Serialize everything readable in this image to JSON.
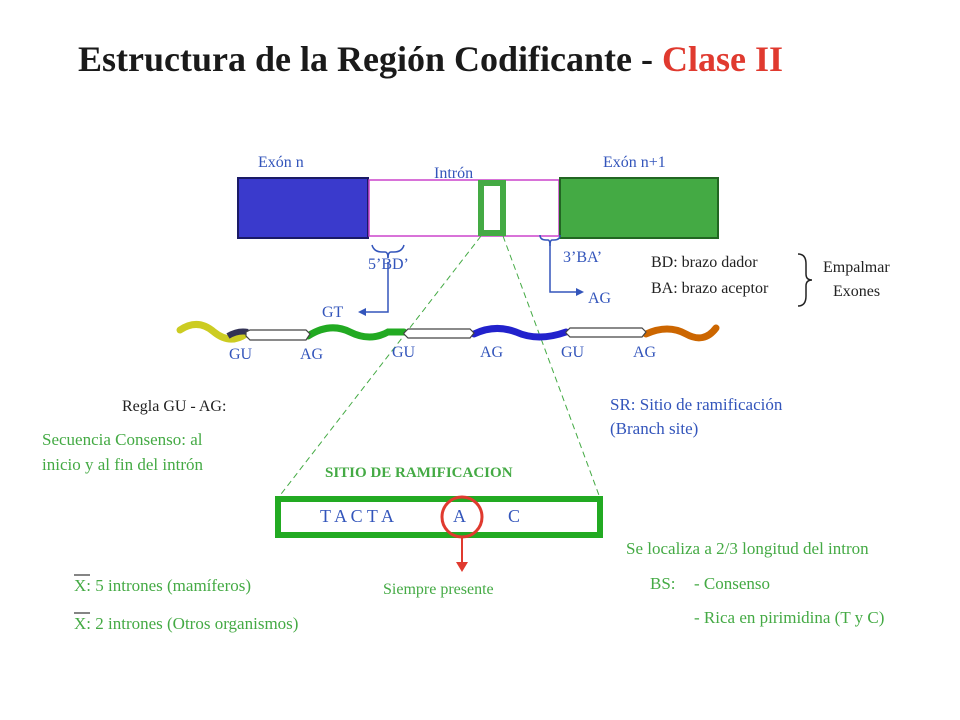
{
  "title": {
    "main": "Estructura de la Región Codificante - ",
    "accent": "Clase II"
  },
  "gene": {
    "exon_n": "Exón n",
    "intron": "Intrón",
    "exon_n1": "Exón n+1",
    "bd5": "5’BD’",
    "ba3": "3’BA’",
    "gt": "GT",
    "ag_top": "AG"
  },
  "arms": {
    "bd": "BD: brazo dador",
    "ba": "BA: brazo aceptor",
    "splice_1": "Empalmar",
    "splice_2": "Exones"
  },
  "mrna": {
    "labels": [
      "GU",
      "AG",
      "GU",
      "AG",
      "GU",
      "AG"
    ]
  },
  "rule": {
    "title": "Regla GU  -  AG:",
    "line1": "Secuencia Consenso: al",
    "line2": "inicio y al fin del intrón"
  },
  "sr": {
    "line1": "SR: Sitio de ramificación",
    "line2": "(Branch site)"
  },
  "branch": {
    "title": "SITIO DE RAMIFICACION",
    "seq": "T A C T A",
    "a": "A",
    "c": "C",
    "always": "Siempre presente"
  },
  "stats": {
    "x1": "X: 5 intrones (mamíferos)",
    "x2": "X: 2 intrones (Otros organismos)"
  },
  "bs": {
    "location": "Se localiza a 2/3 longitud del intron",
    "label": "BS:",
    "item1": "- Consenso",
    "item2": "- Rica en pirimidina (T y C)"
  },
  "colors": {
    "exon_n": "#3a3acc",
    "exon_n1": "#44aa44",
    "intron": "#cc44cc",
    "accent": "#e03a2f",
    "branch_box": "#22aa22",
    "label_blue": "#3355bb",
    "label_green": "#44aa44"
  }
}
